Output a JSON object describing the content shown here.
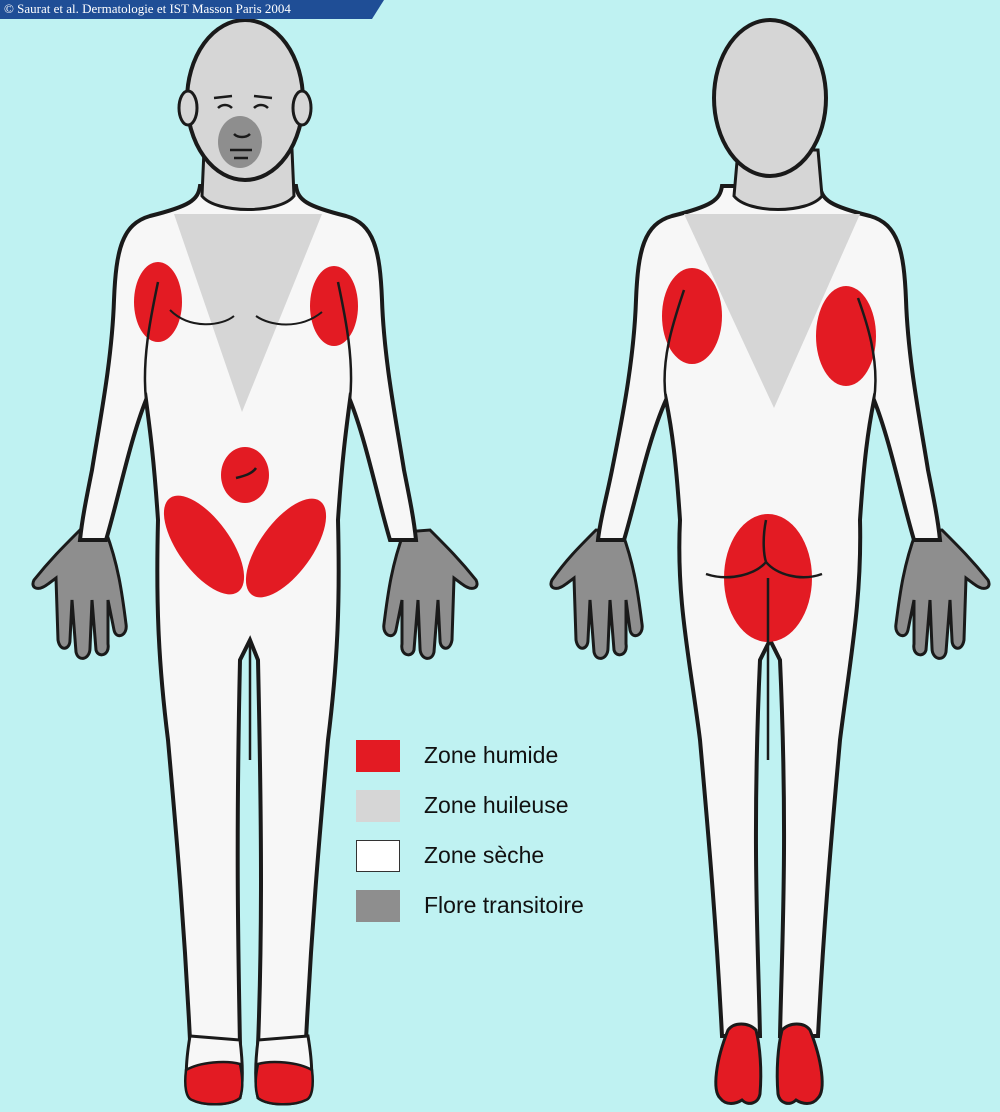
{
  "copyright": "© Saurat et al. Dermatologie et IST Masson Paris 2004",
  "legend": [
    {
      "label": "Zone humide",
      "color": "#e31b23"
    },
    {
      "label": "Zone huileuse",
      "color": "#d6d6d6"
    },
    {
      "label": "Zone sèche",
      "color": "#ffffff"
    },
    {
      "label": "Flore transitoire",
      "color": "#8e8e8e"
    }
  ],
  "colors": {
    "background": "#bff2f2",
    "skin": "#f7f7f7",
    "outline": "#1a1a1a",
    "credit_tab": "#1f4e96"
  }
}
